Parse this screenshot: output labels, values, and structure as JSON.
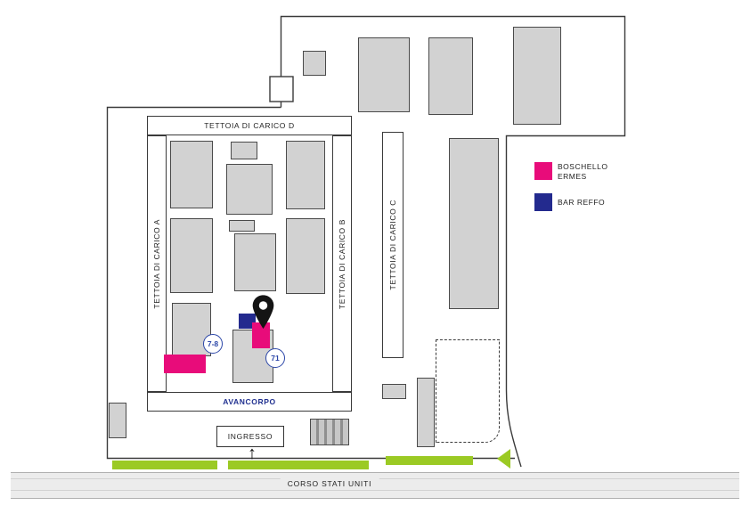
{
  "legend": {
    "items": [
      {
        "label": "BOSCHELLO ERMES",
        "color": "#E80C7A"
      },
      {
        "label": "BAR REFFO",
        "color": "#232A8E"
      }
    ]
  },
  "zones": {
    "tettoia_d": "TETTOIA DI CARICO D",
    "tettoia_a": "TETTOIA DI CARICO A",
    "tettoia_b": "TETTOIA DI CARICO B",
    "tettoia_c": "TETTOIA DI CARICO C",
    "avancorpo": "AVANCORPO"
  },
  "markers": {
    "stalls_7_8": "7-8",
    "stall_71": "71"
  },
  "entrance": {
    "label": "INGRESSO",
    "arrow": "↑"
  },
  "street": {
    "label": "CORSO STATI UNITI"
  },
  "colors": {
    "highlight_magenta": "#E80C7A",
    "highlight_blue": "#232A8E",
    "parking_green": "#9BCA24",
    "building_gray": "#D2D2D2"
  }
}
